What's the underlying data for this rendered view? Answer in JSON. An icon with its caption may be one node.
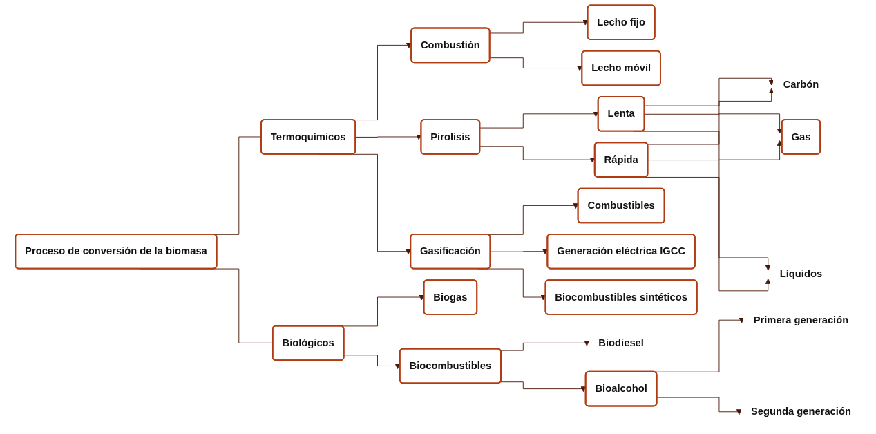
{
  "diagram": {
    "nodes": [
      {
        "text": [
          "Proceso de conversión de la biomasa"
        ]
      },
      {
        "text": [
          "Termoquímicos"
        ]
      },
      {
        "text": [
          "Biológicos"
        ]
      },
      {
        "text": [
          "Combustión"
        ]
      },
      {
        "text": [
          "Pirolisis"
        ]
      },
      {
        "text": [
          "Gasificación"
        ]
      },
      {
        "text": [
          "Lecho fijo"
        ]
      },
      {
        "text": [
          "Lecho móvil"
        ]
      },
      {
        "text": [
          "Lenta"
        ]
      },
      {
        "text": [
          "Rápida"
        ]
      },
      {
        "text": [
          "Carbón"
        ]
      },
      {
        "text": [
          "Gas"
        ]
      },
      {
        "text": [
          "Líquidos"
        ]
      },
      {
        "text": [
          "Combustibles"
        ]
      },
      {
        "text": [
          "Generación eléctrica IGCC"
        ]
      },
      {
        "text": [
          "Biocombustibles sintéticos"
        ]
      },
      {
        "text": [
          "Biogas"
        ]
      },
      {
        "text": [
          "Biocombustibles"
        ]
      },
      {
        "text": [
          "Biodiesel"
        ]
      },
      {
        "text": [
          "Bioalcohol"
        ]
      },
      {
        "text": [
          "Primera generación"
        ]
      },
      {
        "text": [
          "Segunda generación"
        ]
      }
    ],
    "edges": [
      {
        "from": 0,
        "to": 1,
        "arrow": "none"
      },
      {
        "from": 0,
        "to": 2,
        "arrow": "none"
      },
      {
        "from": 1,
        "to": 3,
        "arrow": "to"
      },
      {
        "from": 1,
        "to": 4,
        "arrow": "to"
      },
      {
        "from": 1,
        "to": 5,
        "arrow": "to"
      },
      {
        "from": 3,
        "to": 6,
        "arrow": "to"
      },
      {
        "from": 3,
        "to": 7,
        "arrow": "to"
      },
      {
        "from": 4,
        "to": 8,
        "arrow": "to"
      },
      {
        "from": 4,
        "to": 9,
        "arrow": "to"
      },
      {
        "from": 8,
        "to": 10,
        "arrow": "to"
      },
      {
        "from": 8,
        "to": 11,
        "arrow": "to"
      },
      {
        "from": 8,
        "to": 12,
        "arrow": "to"
      },
      {
        "from": 9,
        "to": 10,
        "arrow": "to"
      },
      {
        "from": 9,
        "to": 11,
        "arrow": "to"
      },
      {
        "from": 9,
        "to": 12,
        "arrow": "to"
      },
      {
        "from": 5,
        "to": 13,
        "arrow": "to"
      },
      {
        "from": 5,
        "to": 14,
        "arrow": "to"
      },
      {
        "from": 5,
        "to": 15,
        "arrow": "to"
      },
      {
        "from": 2,
        "to": 16,
        "arrow": "to"
      },
      {
        "from": 2,
        "to": 17,
        "arrow": "to"
      },
      {
        "from": 17,
        "to": 18,
        "arrow": "to"
      },
      {
        "from": 17,
        "to": 19,
        "arrow": "to"
      },
      {
        "from": 19,
        "to": 20,
        "arrow": "to"
      },
      {
        "from": 19,
        "to": 21,
        "arrow": "to"
      }
    ]
  }
}
